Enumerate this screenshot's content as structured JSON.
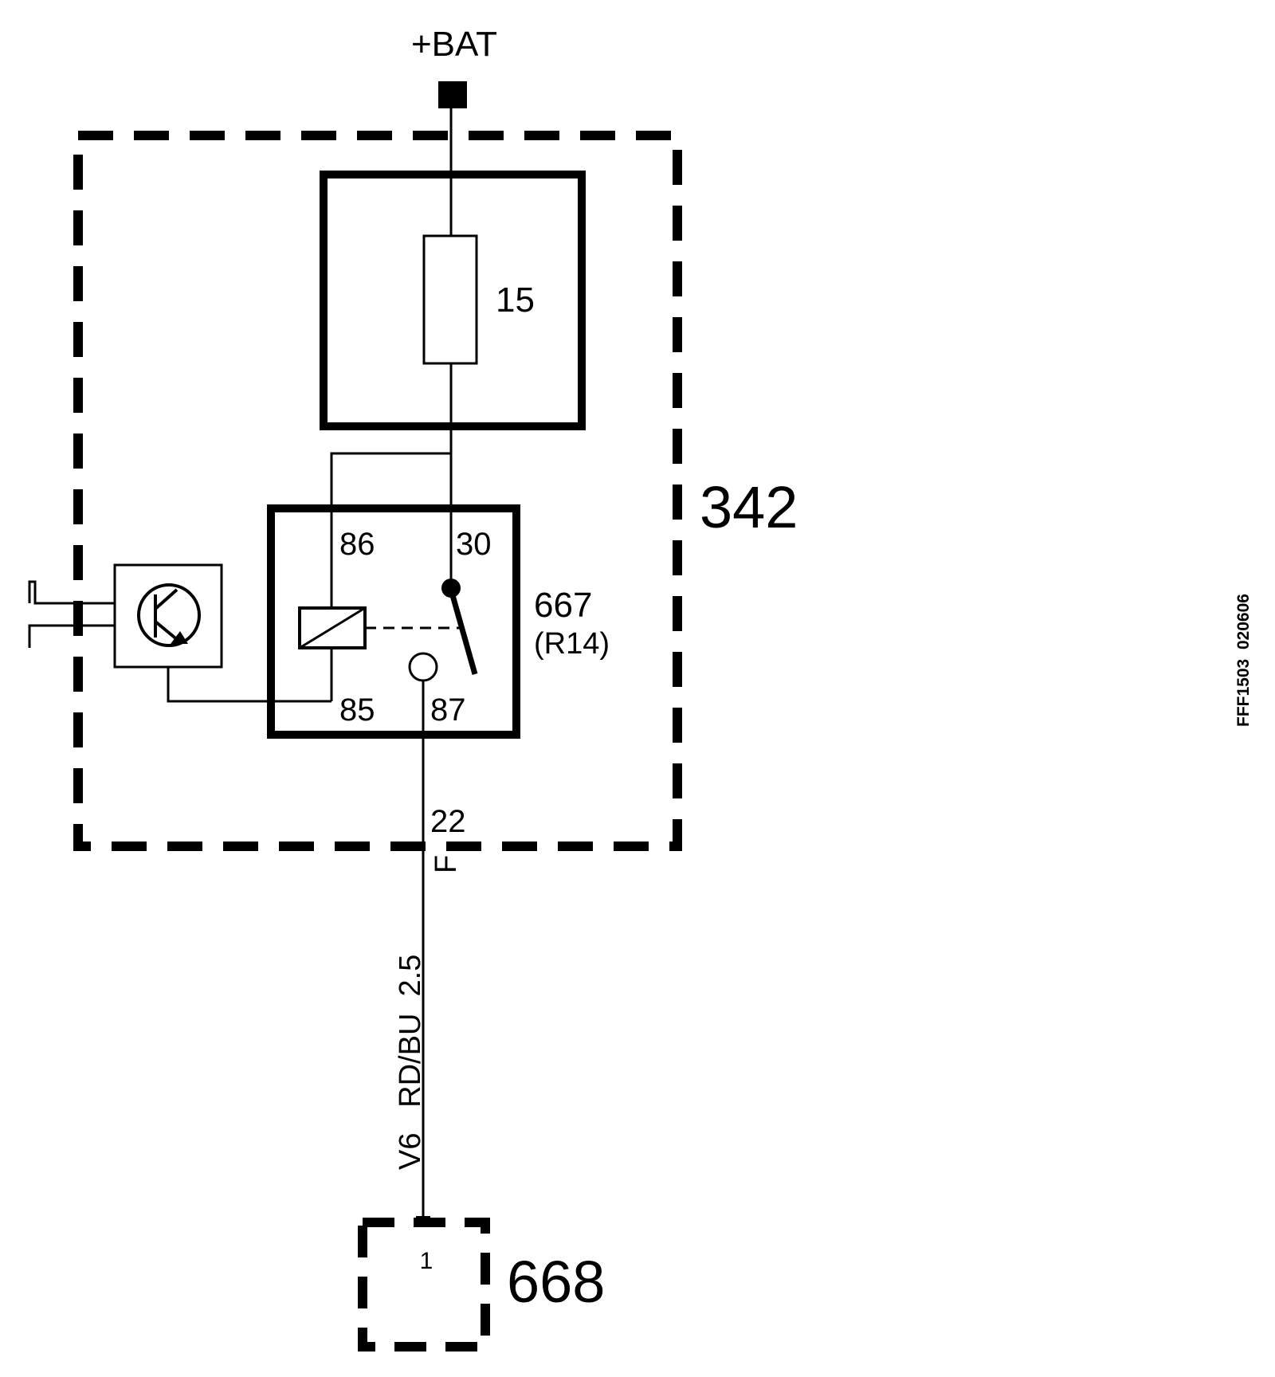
{
  "power": {
    "label": "+BAT"
  },
  "modules": {
    "main_label": "342",
    "connector_label": "668"
  },
  "fuse": {
    "number": "15"
  },
  "relay": {
    "id": "667",
    "code": "(R14)",
    "pins": {
      "p86": "86",
      "p30": "30",
      "p85": "85",
      "p87": "87"
    }
  },
  "exit_point": {
    "pin": "22",
    "connector": "F"
  },
  "wire": {
    "label": "V6   RD/BU  2.5"
  },
  "connector_668": {
    "pin": "1"
  },
  "figure_code": "FFF1503  020606",
  "colors": {
    "line": "#000000",
    "background": "#ffffff"
  }
}
